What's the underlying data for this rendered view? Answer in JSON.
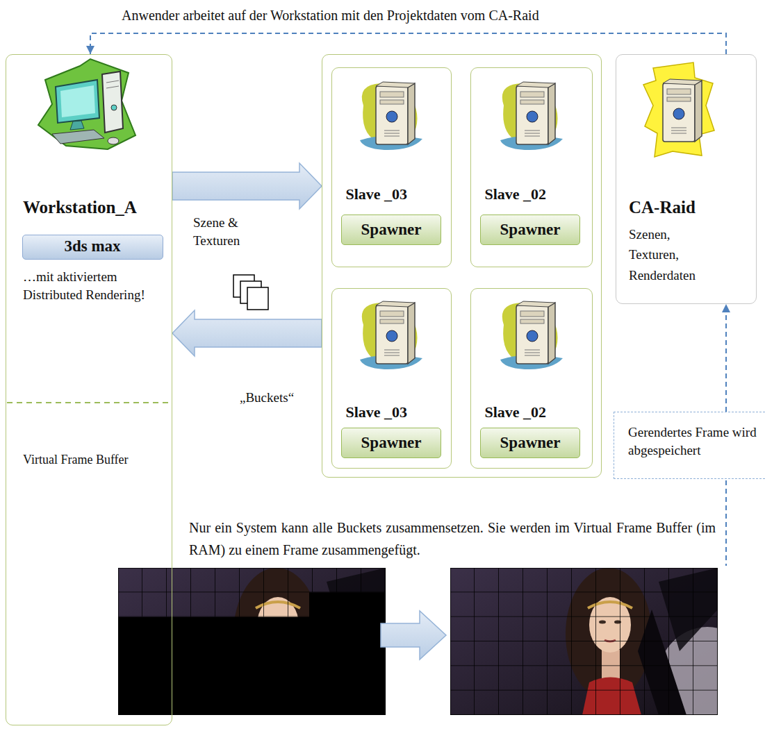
{
  "diagram": {
    "nodes": [
      {
        "text": [
          "Workstation_A",
          "…mit aktiviertem Distributed Rendering!",
          "Virtual Frame Buffer"
        ]
      },
      {
        "text": [
          "3ds max"
        ],
        "in": 0
      },
      {
        "text": []
      },
      {
        "text": [
          "Slave _03"
        ],
        "in": 2
      },
      {
        "text": [
          "Spawner"
        ],
        "in": 3
      },
      {
        "text": [
          "Slave _02"
        ],
        "in": 2
      },
      {
        "text": [
          "Spawner"
        ],
        "in": 5
      },
      {
        "text": [
          "Slave _03"
        ],
        "in": 2
      },
      {
        "text": [
          "Spawner"
        ],
        "in": 7
      },
      {
        "text": [
          "Slave _02"
        ],
        "in": 2
      },
      {
        "text": [
          "Spawner"
        ],
        "in": 9
      },
      {
        "text": [
          "CA-Raid",
          "Szenen, Texturen, Renderdaten"
        ]
      },
      {
        "text": [
          "Gerendertes Frame wird abgespeichert"
        ]
      }
    ],
    "edges": [
      {
        "from": 11,
        "to": 0,
        "label": "Anwender arbeitet auf der Workstation mit den Projektdaten vom CA-Raid",
        "arrow": "to"
      },
      {
        "from": 0,
        "to": 2,
        "label": "Szene & Texturen",
        "arrow": "to"
      },
      {
        "from": 2,
        "to": 0,
        "label": "„Buckets“",
        "arrow": "to"
      },
      {
        "from": 12,
        "to": 11,
        "arrow": "to"
      }
    ],
    "labels": [
      "Nur ein System kann alle Buckets zusammensetzen. Sie werden im Virtual Frame Buffer (im RAM) zu einem Frame zusammengefügt."
    ]
  }
}
